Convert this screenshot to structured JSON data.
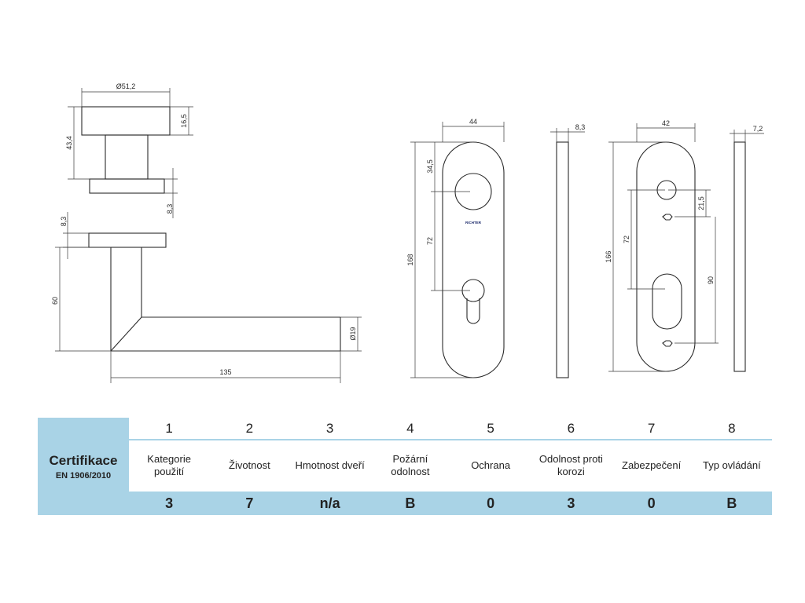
{
  "drawing": {
    "dims": {
      "rose_diameter": "Ø51,2",
      "rose_height": "16,5",
      "total_height": "43,4",
      "rose_base": "8,3",
      "lever_rose": "8,3",
      "lever_height": "60",
      "lever_diameter": "Ø19",
      "lever_length": "135",
      "plate1_width": "44",
      "plate1_height": "168",
      "plate1_hole_offset": "34,5",
      "plate1_spacing": "72",
      "plate1_thickness": "8,3",
      "plate2_width": "42",
      "plate2_height": "166",
      "plate2_spacing": "72",
      "plate2_top": "21,5",
      "plate2_screws": "90",
      "plate2_thickness": "7,2"
    },
    "brand": "RICHTER"
  },
  "certification": {
    "title": "Certifikace",
    "subtitle": "EN 1906/2010",
    "columns": [
      {
        "num": "1",
        "label": "Kategorie\npoužití",
        "value": "3"
      },
      {
        "num": "2",
        "label": "Životnost",
        "value": "7"
      },
      {
        "num": "3",
        "label": "Hmotnost dveří",
        "value": "n/a"
      },
      {
        "num": "4",
        "label": "Požární\nodolnost",
        "value": "B"
      },
      {
        "num": "5",
        "label": "Ochrana",
        "value": "0"
      },
      {
        "num": "6",
        "label": "Odolnost proti\nkorozi",
        "value": "3"
      },
      {
        "num": "7",
        "label": "Zabezpečení",
        "value": "0"
      },
      {
        "num": "8",
        "label": "Typ ovládání",
        "value": "B"
      }
    ],
    "colors": {
      "accent": "#a9d3e6"
    }
  }
}
